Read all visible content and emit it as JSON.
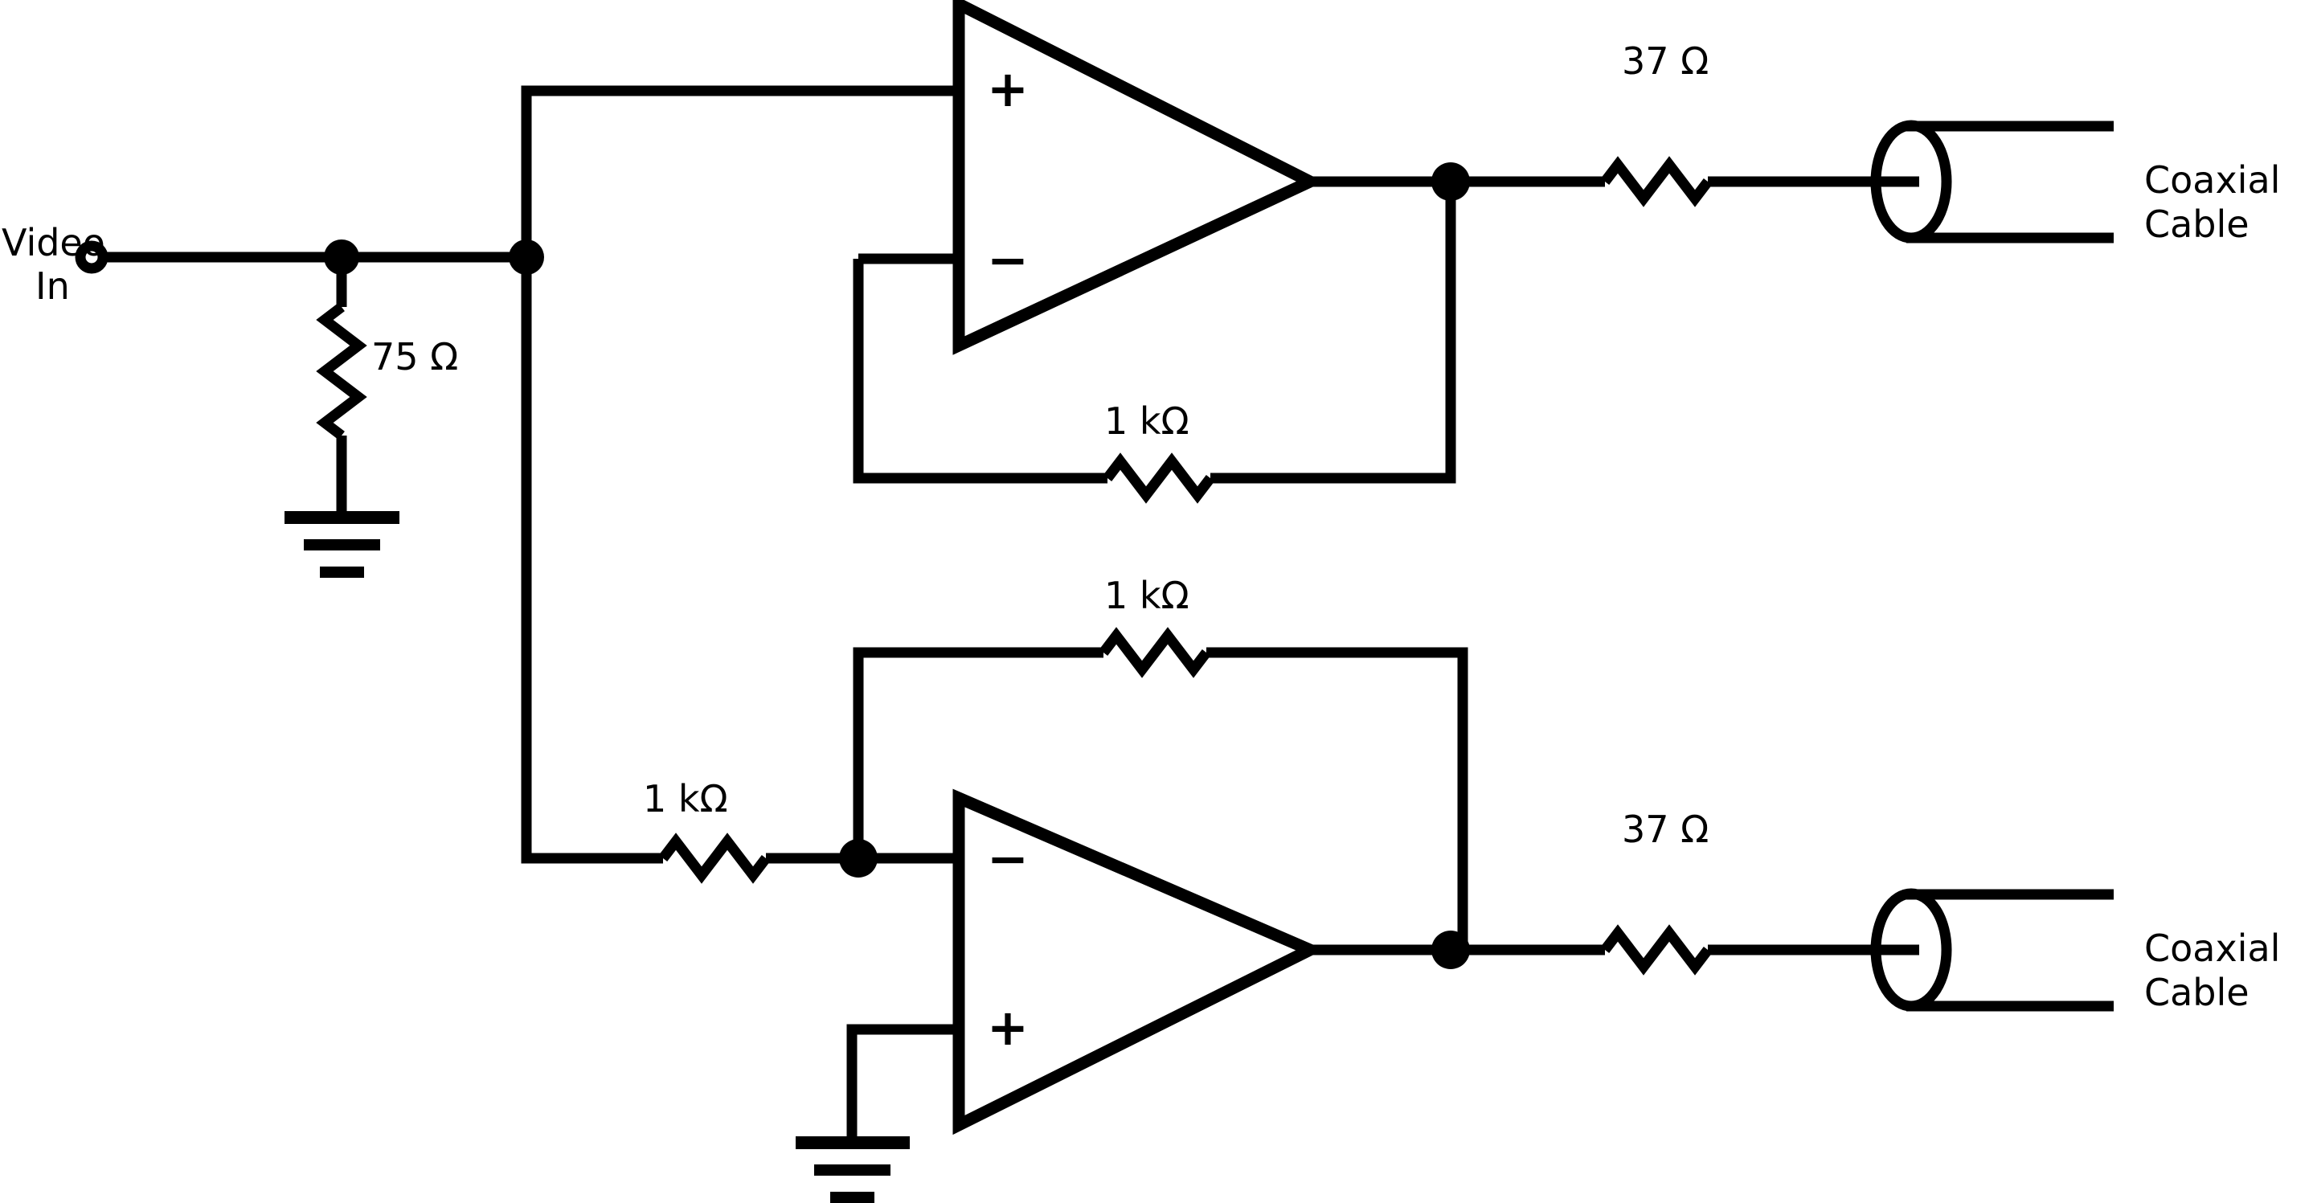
{
  "diagram": {
    "title": "Dual video line driver schematic",
    "line_color": "#000000",
    "background": "#ffffff"
  },
  "input": {
    "label_line1": "Video",
    "label_line2": "In",
    "terminal_icon": "input-terminal-circle-icon"
  },
  "components": {
    "termination_resistor": {
      "label": "75 Ω",
      "name": "R-termination-75-ohm"
    },
    "top_feedback_resistor": {
      "label": "1 kΩ",
      "name": "R-top-feedback-1k"
    },
    "bottom_input_resistor": {
      "label": "1 kΩ",
      "name": "R-bottom-input-1k"
    },
    "bottom_feedback_resistor": {
      "label": "1 kΩ",
      "name": "R-bottom-feedback-1k"
    },
    "top_series_resistor": {
      "label": "37 Ω",
      "name": "R-top-series-37-ohm"
    },
    "bottom_series_resistor": {
      "label": "37 Ω",
      "name": "R-bottom-series-37-ohm"
    }
  },
  "amplifiers": {
    "top": {
      "name": "op-amp-top",
      "plus_pin": "+",
      "minus_pin": "−",
      "plus_pin_position": "top",
      "minus_pin_position": "bottom"
    },
    "bottom": {
      "name": "op-amp-bottom",
      "plus_pin": "+",
      "minus_pin": "−",
      "plus_pin_position": "bottom",
      "minus_pin_position": "top"
    }
  },
  "outputs": {
    "top_cable": {
      "label_line1": "Coaxial",
      "label_line2": "Cable",
      "name": "coaxial-cable-top"
    },
    "bottom_cable": {
      "label_line1": "Coaxial",
      "label_line2": "Cable",
      "name": "coaxial-cable-bottom"
    }
  },
  "grounds": [
    {
      "name": "ground-input-termination"
    },
    {
      "name": "ground-bottom-noninverting-input"
    }
  ]
}
